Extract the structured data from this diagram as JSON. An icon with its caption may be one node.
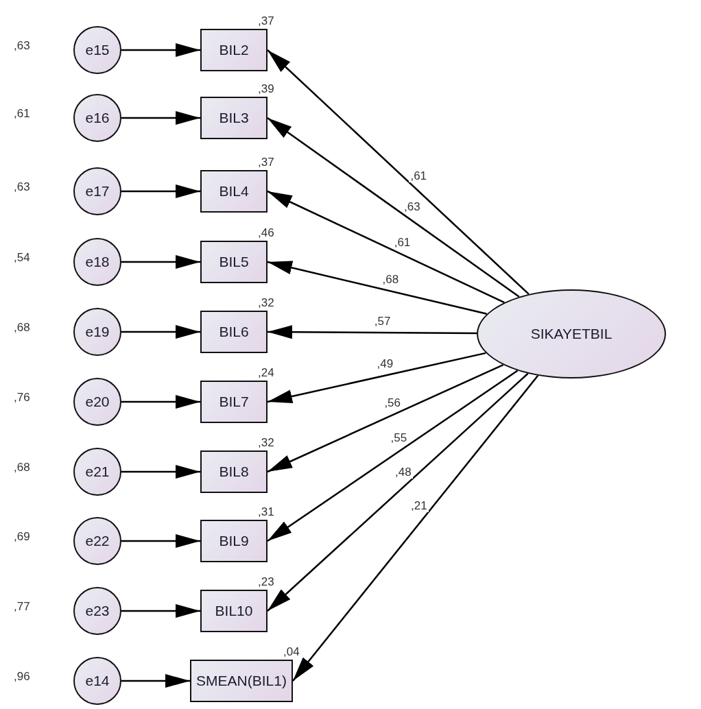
{
  "diagram": {
    "nodes": [
      {
        "text": [
          "e15"
        ]
      },
      {
        "text": [
          "BIL2"
        ],
        "beside": [
          ",37"
        ]
      },
      {
        "text": [
          "e16"
        ]
      },
      {
        "text": [
          "BIL3"
        ],
        "beside": [
          ",39"
        ]
      },
      {
        "text": [
          "e17"
        ]
      },
      {
        "text": [
          "BIL4"
        ],
        "beside": [
          ",37"
        ]
      },
      {
        "text": [
          "e18"
        ]
      },
      {
        "text": [
          "BIL5"
        ],
        "beside": [
          ",46"
        ]
      },
      {
        "text": [
          "e19"
        ]
      },
      {
        "text": [
          "BIL6"
        ],
        "beside": [
          ",32"
        ]
      },
      {
        "text": [
          "e20"
        ]
      },
      {
        "text": [
          "BIL7"
        ],
        "beside": [
          ",24"
        ]
      },
      {
        "text": [
          "e21"
        ]
      },
      {
        "text": [
          "BIL8"
        ],
        "beside": [
          ",32"
        ]
      },
      {
        "text": [
          "e22"
        ]
      },
      {
        "text": [
          "BIL9"
        ],
        "beside": [
          ",31"
        ]
      },
      {
        "text": [
          "e23"
        ]
      },
      {
        "text": [
          "BIL10"
        ],
        "beside": [
          ",23"
        ]
      },
      {
        "text": [
          "e14"
        ]
      },
      {
        "text": [
          "SMEAN(BIL1)"
        ],
        "beside": [
          ",04"
        ]
      },
      {
        "text": [
          "SIKAYETBIL"
        ]
      }
    ],
    "edges": [
      {
        "from": 0,
        "to": 1,
        "arrow": "to"
      },
      {
        "from": 2,
        "to": 3,
        "arrow": "to"
      },
      {
        "from": 4,
        "to": 5,
        "arrow": "to"
      },
      {
        "from": 6,
        "to": 7,
        "arrow": "to"
      },
      {
        "from": 8,
        "to": 9,
        "arrow": "to"
      },
      {
        "from": 10,
        "to": 11,
        "arrow": "to"
      },
      {
        "from": 12,
        "to": 13,
        "arrow": "to"
      },
      {
        "from": 14,
        "to": 15,
        "arrow": "to"
      },
      {
        "from": 16,
        "to": 17,
        "arrow": "to"
      },
      {
        "from": 18,
        "to": 19,
        "arrow": "to"
      },
      {
        "from": 20,
        "to": 1,
        "arrow": "to",
        "label": ",61"
      },
      {
        "from": 20,
        "to": 3,
        "arrow": "to",
        "label": ",63"
      },
      {
        "from": 20,
        "to": 5,
        "arrow": "to",
        "label": ",61"
      },
      {
        "from": 20,
        "to": 7,
        "arrow": "to",
        "label": ",68"
      },
      {
        "from": 20,
        "to": 9,
        "arrow": "to",
        "label": ",57"
      },
      {
        "from": 20,
        "to": 11,
        "arrow": "to",
        "label": ",49"
      },
      {
        "from": 20,
        "to": 13,
        "arrow": "to",
        "label": ",56"
      },
      {
        "from": 20,
        "to": 15,
        "arrow": "to",
        "label": ",55"
      },
      {
        "from": 20,
        "to": 17,
        "arrow": "to",
        "label": ",48"
      },
      {
        "from": 20,
        "to": 19,
        "arrow": "to",
        "label": ",21"
      }
    ],
    "labels": [
      ",63",
      ",61",
      ",63",
      ",54",
      ",68",
      ",76",
      ",68",
      ",69",
      ",77",
      ",96"
    ]
  }
}
